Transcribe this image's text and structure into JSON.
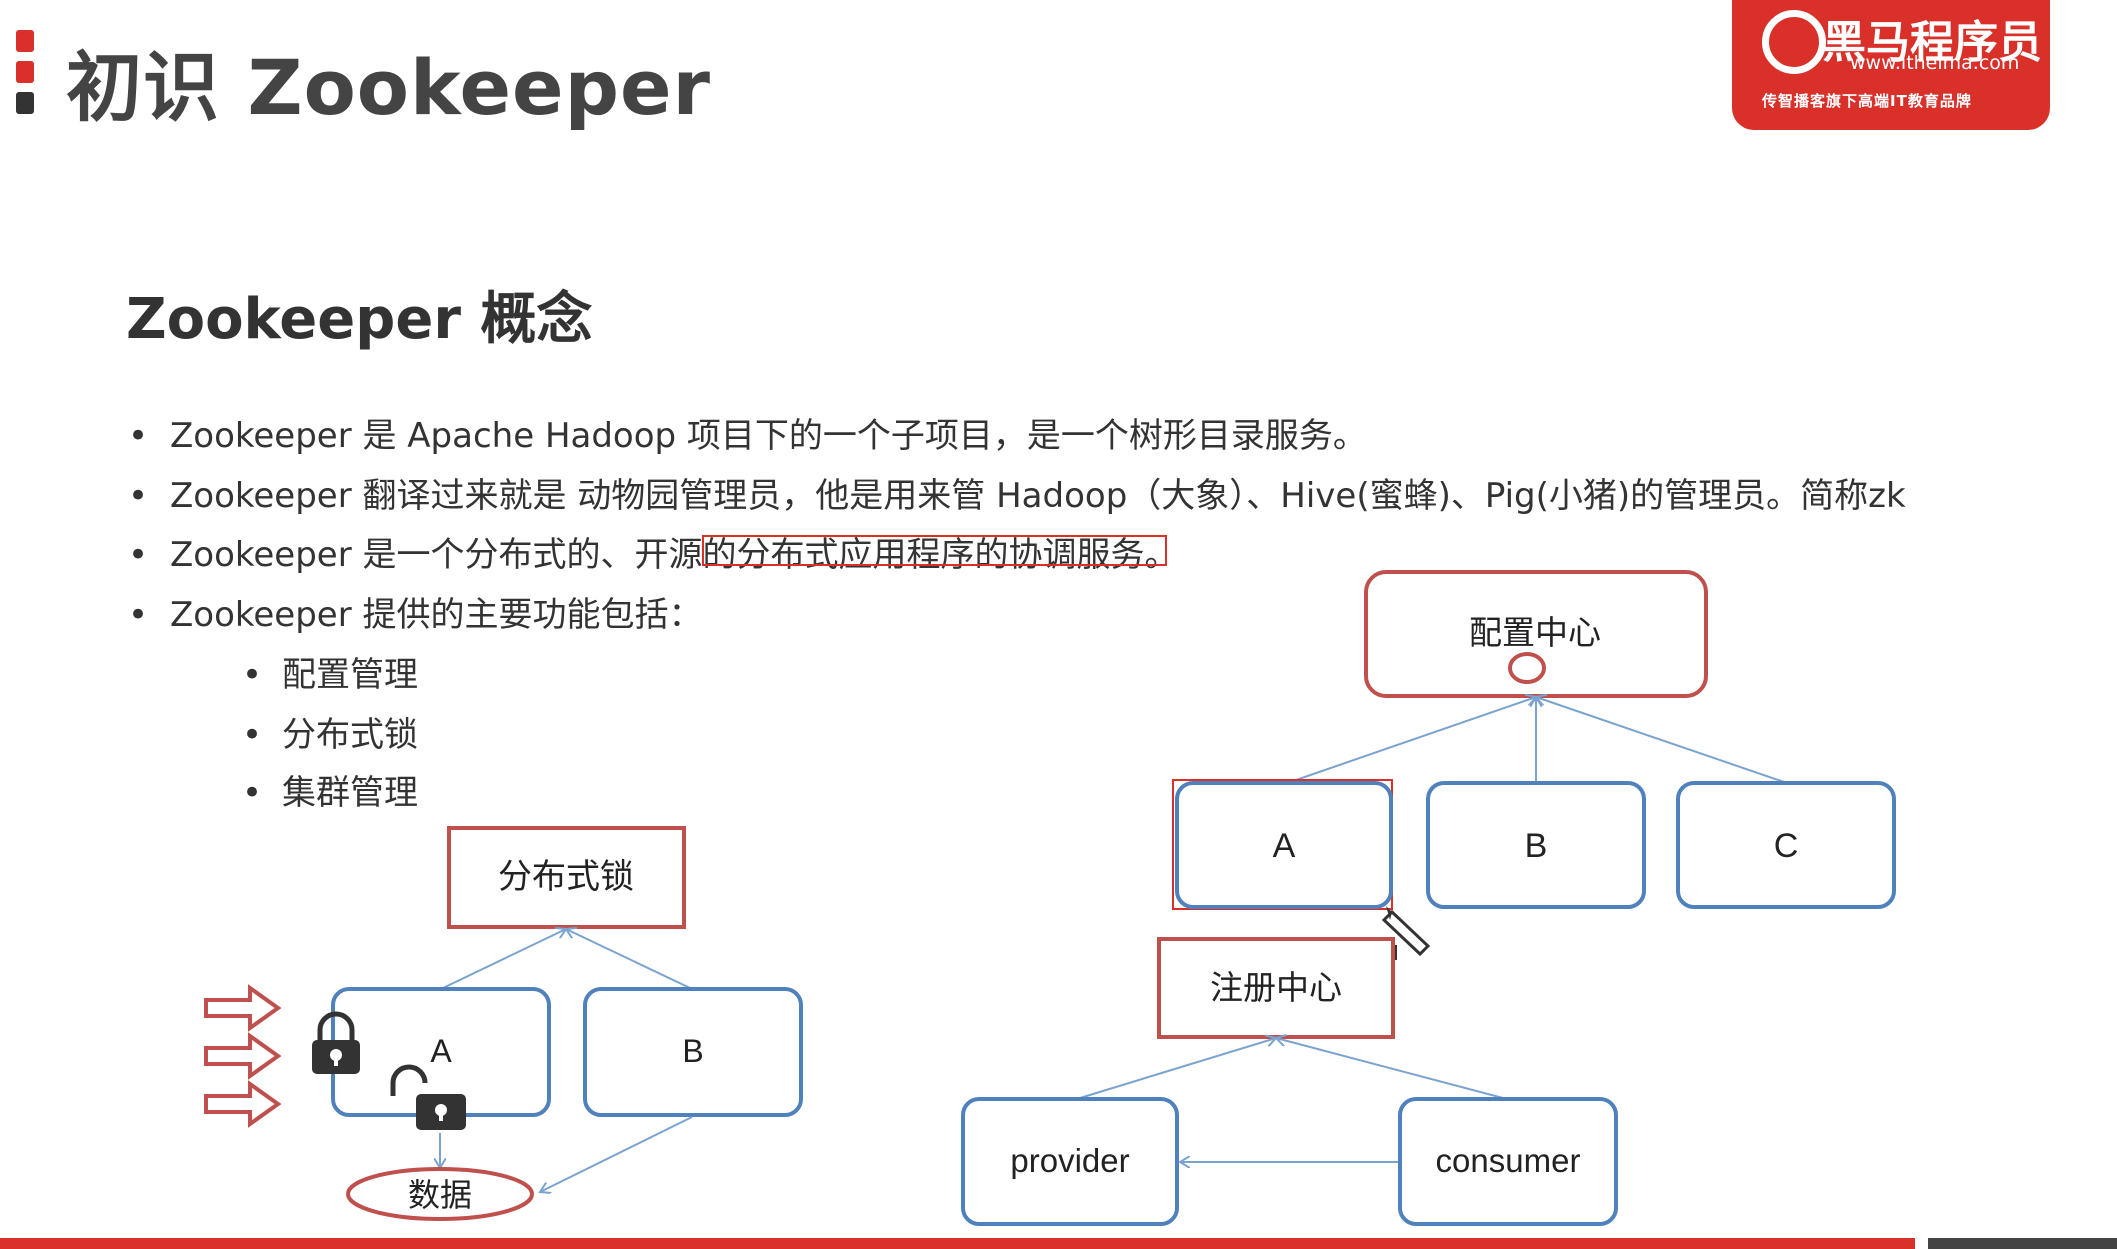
{
  "header": {
    "title": "初识 Zookeeper",
    "logo": {
      "brand": "黑马程序员",
      "url": "www.itheima.com",
      "tagline": "传智播客旗下高端IT教育品牌"
    }
  },
  "section_title": "Zookeeper 概念",
  "bullets": [
    "Zookeeper 是 Apache Hadoop 项目下的一个子项目，是一个树形目录服务。",
    "Zookeeper 翻译过来就是 动物园管理员，他是用来管 Hadoop（大象）、Hive(蜜蜂)、Pig(小猪)的管理员。简称zk",
    "Zookeeper 是一个分布式的、开源的分布式应用程序的协调服务。",
    "Zookeeper 提供的主要功能包括："
  ],
  "sub_bullets": [
    "配置管理",
    "分布式锁",
    "集群管理"
  ],
  "diagrams": {
    "lock": {
      "title": "分布式锁",
      "node_a": "A",
      "node_b": "B",
      "data": "数据"
    },
    "config": {
      "title": "配置中心",
      "nodes": [
        "A",
        "B",
        "C"
      ]
    },
    "registry": {
      "title": "注册中心",
      "provider": "provider",
      "consumer": "consumer"
    }
  },
  "colors": {
    "accent_red": "#d9302a",
    "box_red": "#c0504d",
    "box_blue": "#4f81bd",
    "line_blue": "#7aa3cf",
    "text": "#333333"
  }
}
